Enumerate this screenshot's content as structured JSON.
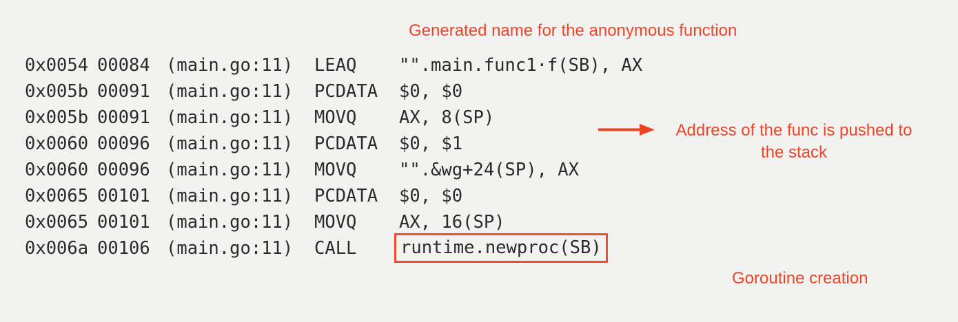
{
  "background_color": "#f2f2f1",
  "code_color": "#2b2b2b",
  "accent_color": "#ef4527",
  "box_color": "#ef4c30",
  "listing": {
    "rows": [
      {
        "addr": "0x0054",
        "offset": "00084",
        "source": "(main.go:11)",
        "mnemonic": "LEAQ",
        "operands": "\"\".main.func1·f(SB), AX",
        "boxed": false
      },
      {
        "addr": "0x005b",
        "offset": "00091",
        "source": "(main.go:11)",
        "mnemonic": "PCDATA",
        "operands": "$0, $0",
        "boxed": false
      },
      {
        "addr": "0x005b",
        "offset": "00091",
        "source": "(main.go:11)",
        "mnemonic": "MOVQ",
        "operands": "AX, 8(SP)",
        "boxed": false
      },
      {
        "addr": "0x0060",
        "offset": "00096",
        "source": "(main.go:11)",
        "mnemonic": "PCDATA",
        "operands": "$0, $1",
        "boxed": false
      },
      {
        "addr": "0x0060",
        "offset": "00096",
        "source": "(main.go:11)",
        "mnemonic": "MOVQ",
        "operands": "\"\".&wg+24(SP), AX",
        "boxed": false
      },
      {
        "addr": "0x0065",
        "offset": "00101",
        "source": "(main.go:11)",
        "mnemonic": "PCDATA",
        "operands": "$0, $0",
        "boxed": false
      },
      {
        "addr": "0x0065",
        "offset": "00101",
        "source": "(main.go:11)",
        "mnemonic": "MOVQ",
        "operands": "AX, 16(SP)",
        "boxed": false
      },
      {
        "addr": "0x006a",
        "offset": "00106",
        "source": "(main.go:11)",
        "mnemonic": "CALL",
        "operands": "runtime.newproc(SB)",
        "boxed": true
      }
    ]
  },
  "annotations": {
    "generated_name": "Generated name for the anonymous function",
    "address_push": "Address of the func is pushed to the stack",
    "goroutine_creation": "Goroutine creation",
    "arrow": "arrow-right-icon"
  }
}
